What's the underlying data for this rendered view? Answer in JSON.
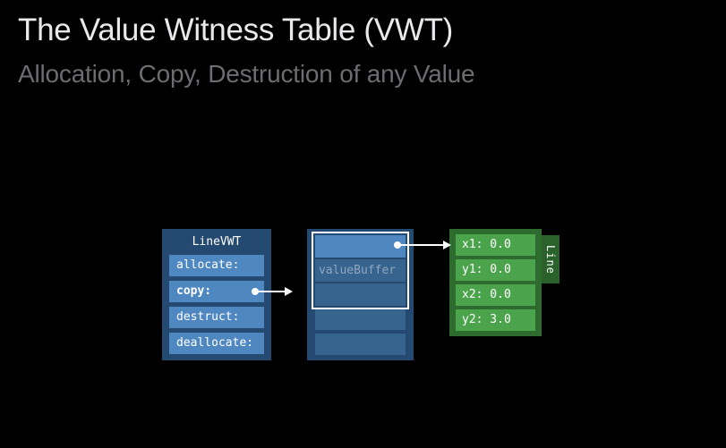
{
  "slide": {
    "title": "The Value Witness Table (VWT)",
    "subtitle": "Allocation, Copy, Destruction of any Value"
  },
  "diagram": {
    "vwt": {
      "header": "LineVWT",
      "rows": [
        "allocate:",
        "copy:",
        "destruct:",
        "deallocate:"
      ]
    },
    "buffer": {
      "label": "valueBuffer"
    },
    "line": {
      "tab": "Line",
      "fields": [
        "x1: 0.0",
        "y1: 0.0",
        "x2: 0.0",
        "y2: 3.0"
      ]
    },
    "colors": {
      "navy": "#254a72",
      "row-blue": "#4f88c1",
      "muted-blue": "#36648f",
      "buffer-text": "#8fa6be",
      "green-dark": "#2e6b2e",
      "green-row": "#4ba44b",
      "green-tab": "#2b612b"
    }
  }
}
